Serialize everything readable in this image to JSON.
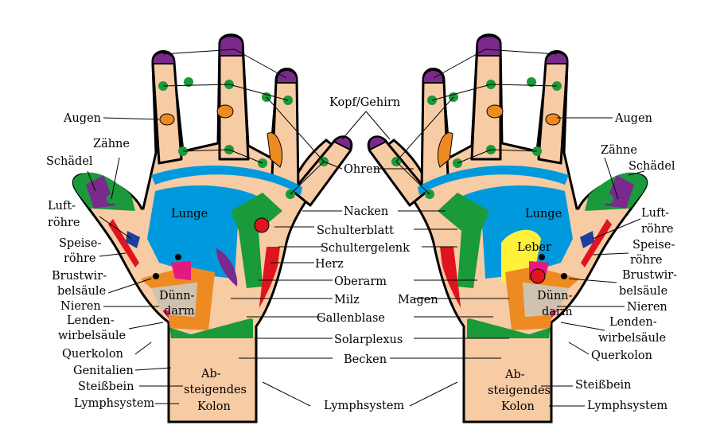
{
  "colors": {
    "skin": "#f7cba4",
    "outline": "#000000",
    "purple": "#7a2a8c",
    "green": "#1a9a3a",
    "blue": "#0099dd",
    "red": "#e0141e",
    "orange": "#ee8a22",
    "yellow": "#fff03a",
    "magenta": "#e4197f",
    "gray": "#cfc3b0",
    "navy": "#1f3f9e"
  },
  "labels": {
    "kopf": "Kopf/Gehirn",
    "ohren": "Ohren",
    "nacken": "Nacken",
    "schulterblatt": "Schulterblatt",
    "schultergelenk": "Schultergelenk",
    "herz": "Herz",
    "oberarm": "Oberarm",
    "milz": "Milz",
    "magen": "Magen",
    "gallenblase": "Gallenblase",
    "solarplexus": "Solarplexus",
    "becken": "Becken",
    "lymphsystem": "Lymphsystem",
    "augen": "Augen",
    "zaehne": "Zähne",
    "schaedel": "Schädel",
    "luft_1": "Luft-",
    "luft_2": "röhre",
    "speise_1": "Speise-",
    "speise_2": "röhre",
    "brust_1": "Brustwir-",
    "brust_2": "belsäule",
    "nieren": "Nieren",
    "lenden_1": "Lenden-",
    "lenden_2": "wirbelsäule",
    "querkolon": "Querkolon",
    "genitalien": "Genitalien",
    "steissbein": "Steißbein",
    "duenn_1": "Dünn-",
    "duenn_2": "darm",
    "lunge": "Lunge",
    "leber": "Leber",
    "kolon_1": "Ab-",
    "kolon_2": "steigendes",
    "kolon_3": "Kolon"
  }
}
